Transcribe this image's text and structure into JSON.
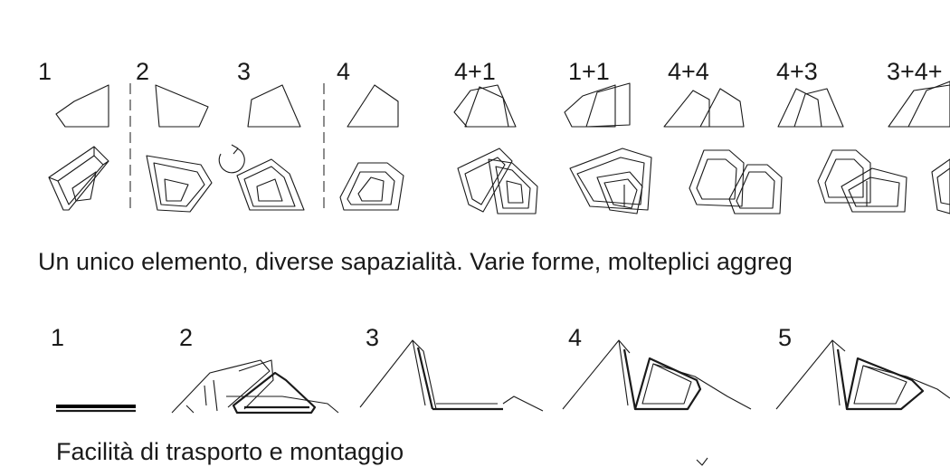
{
  "top_row": {
    "labels": [
      "1",
      "2",
      "3",
      "4",
      "4+1",
      "1+1",
      "4+4",
      "4+3",
      "3+4+"
    ],
    "caption": "Un unico elemento, diverse sapazialità. Varie forme, molteplici aggreg"
  },
  "bottom_row": {
    "labels": [
      "1",
      "2",
      "3",
      "4",
      "5"
    ],
    "caption": "Facilità di trasporto e montaggio"
  }
}
